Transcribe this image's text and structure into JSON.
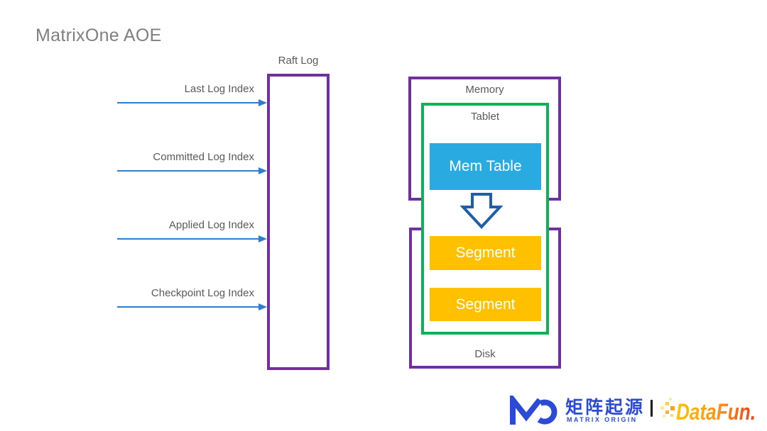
{
  "slide": {
    "title": "MatrixOne AOE"
  },
  "raft_log": {
    "box_label": "Raft Log",
    "index_arrows": [
      "Last Log Index",
      "Committed Log Index",
      "Applied Log Index",
      "Checkpoint Log Index"
    ]
  },
  "storage": {
    "memory_label": "Memory",
    "tablet_label": "Tablet",
    "mem_table_label": "Mem Table",
    "segment_labels": [
      "Segment",
      "Segment"
    ],
    "disk_label": "Disk"
  },
  "footer": {
    "matrix_origin_cn": "矩阵起源",
    "matrix_origin_en": "MATRIX ORIGIN",
    "separator": "|",
    "datafun_wordmark": "DataFun."
  },
  "colors": {
    "title_gray": "#7f7f7f",
    "label_gray": "#595959",
    "box_purple": "#7030A0",
    "tablet_green": "#0DB156",
    "mem_table_blue": "#29ABE2",
    "segment_orange": "#FFC000",
    "index_arrow_blue": "#2D7DD2",
    "block_arrow_navy": "#1F5FA8",
    "matrix_origin_blue": "#2B4BD6",
    "datafun_gradient_start": "#FFC400",
    "datafun_gradient_end": "#E8431C"
  }
}
